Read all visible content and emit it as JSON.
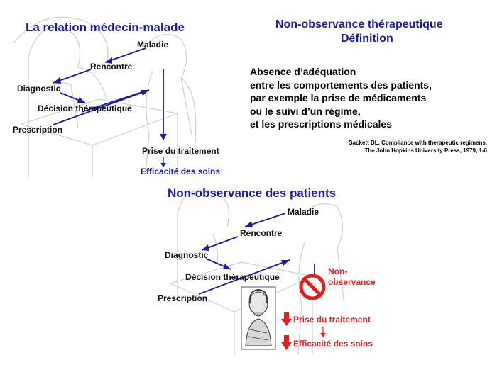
{
  "panel1": {
    "title": "La relation médecin-malade",
    "labels": {
      "maladie": "Maladie",
      "rencontre": "Rencontre",
      "diagnostic": "Diagnostic",
      "decision": "Décision thérapeutique",
      "prescription": "Prescription",
      "prise": "Prise du traitement",
      "efficacite": "Efficacité des soins"
    }
  },
  "panel2": {
    "title_line1": "Non-observance thérapeutique",
    "title_line2": "Définition",
    "body_lines": [
      "Absence d’adéquation",
      "entre les comportements des patients,",
      "par exemple la prise de médicaments",
      "ou le suivi d’un régime,",
      "et les prescriptions médicales"
    ],
    "citation_line1": "Sackett DL, Compliance with therapeutic regimens.",
    "citation_line2": "The John Hopkins University Press, 1979, 1-6"
  },
  "panel3": {
    "title": "Non-observance des patients",
    "labels": {
      "maladie": "Maladie",
      "rencontre": "Rencontre",
      "diagnostic": "Diagnostic",
      "decision": "Décision thérapeutique",
      "prescription": "Prescription",
      "non_observance_line1": "Non-",
      "non_observance_line2": "observance",
      "prise": "Prise du traitement",
      "efficacite": "Efficacité des soins"
    }
  },
  "colors": {
    "title_blue": "#1a1aa6",
    "arrow_blue": "#1a1aa6",
    "warning_red": "#e02020"
  }
}
